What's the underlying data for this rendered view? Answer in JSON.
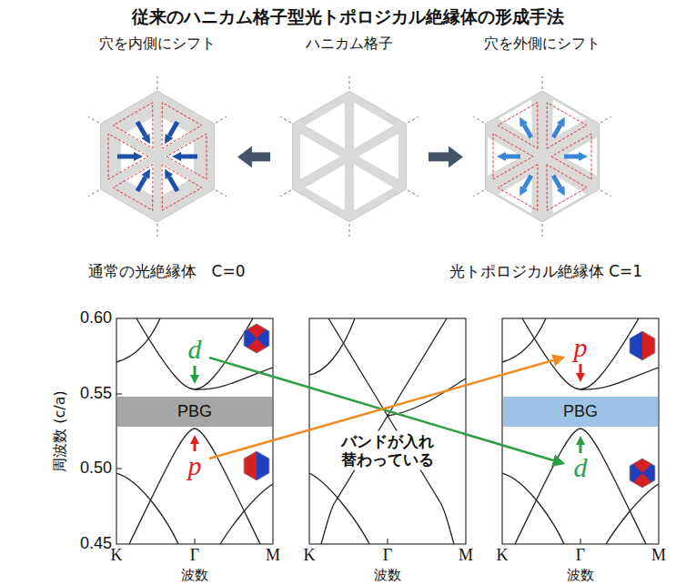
{
  "diagram": {
    "title": "従来のハニカム格子型光トポロジカル絶縁体の形成手法",
    "nodes": [
      {
        "text": [
          "穴を内側にシフト"
        ]
      },
      {
        "text": [
          "ハニカム格子"
        ]
      },
      {
        "text": [
          "穴を外側にシフト"
        ]
      },
      {
        "text": [
          "PBG"
        ]
      },
      {
        "text": [
          "PBG"
        ]
      }
    ],
    "edges": [
      {
        "from": 1,
        "to": 0,
        "arrow": "to"
      },
      {
        "from": 1,
        "to": 2,
        "arrow": "to"
      }
    ],
    "labels": [
      "通常の光絶縁体　C=0",
      "光トポロジカル絶縁体 C=1",
      "0.60",
      "0.55",
      "0.50",
      "0.45",
      "周波数 (c/a)",
      "d",
      "p",
      "バンドが入れ 替わっている",
      "p",
      "d",
      "K",
      "Γ",
      "M",
      "K",
      "Γ",
      "M",
      "K",
      "Γ",
      "M",
      "波数",
      "波数",
      "波数"
    ]
  }
}
